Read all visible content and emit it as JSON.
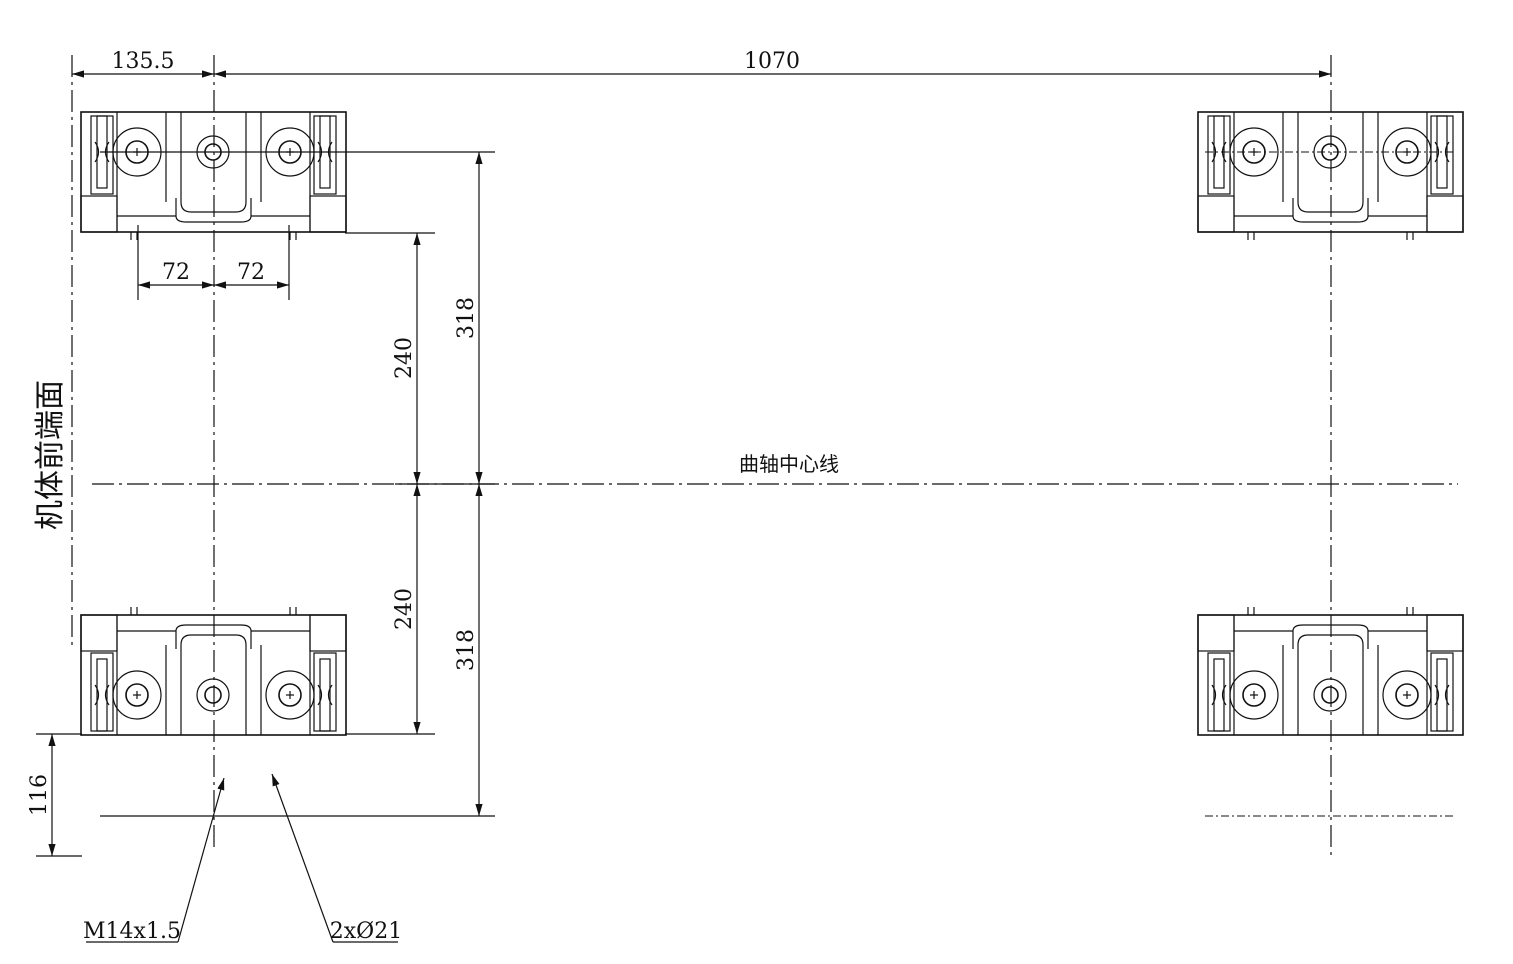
{
  "labels": {
    "front_face": "机体前端面",
    "crank_centerline": "曲轴中心线",
    "thread_callout": "M14x1.5",
    "hole_callout": "2xØ21"
  },
  "dimensions": {
    "offset_from_face": "135.5",
    "bracket_spacing": "1070",
    "hole_spacing_left": "72",
    "hole_spacing_right": "72",
    "upper_inner": "240",
    "upper_outer": "318",
    "lower_inner": "240",
    "lower_outer": "318",
    "bracket_depth": "116"
  },
  "colors": {
    "line": "#111111",
    "background": "#ffffff"
  }
}
